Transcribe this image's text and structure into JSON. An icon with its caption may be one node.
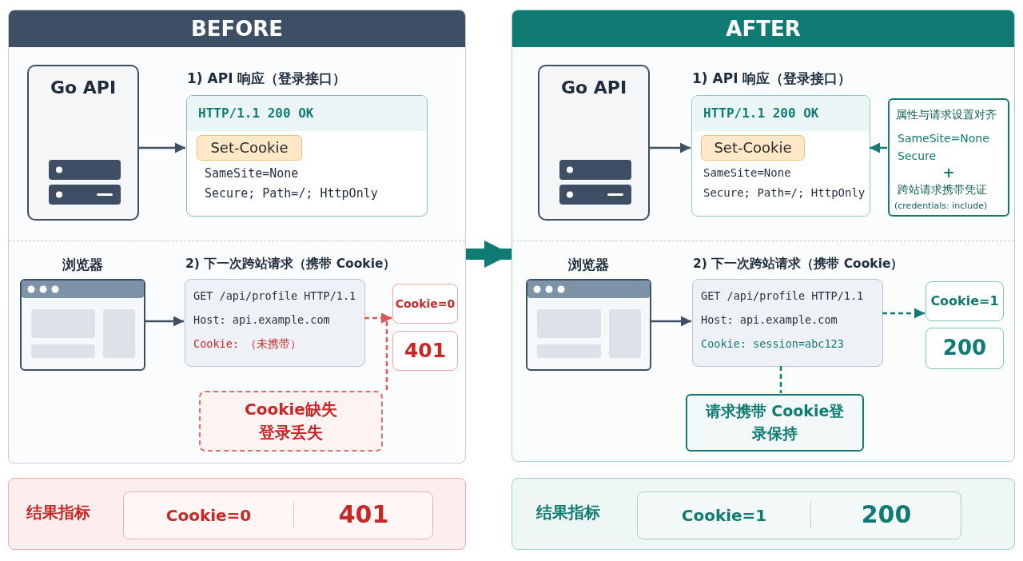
{
  "diagram": {
    "nodes": [
      {
        "text": [
          "BEFORE"
        ]
      },
      {
        "text": [
          "Go API"
        ],
        "in": 0
      },
      {
        "text": [
          "1) API 响应（登录接口）",
          "HTTP/1.1 200 OK",
          "SameSite=None",
          "Secure; Path=/; HttpOnly"
        ],
        "in": 0
      },
      {
        "text": [
          "Set-Cookie"
        ],
        "in": 2
      },
      {
        "text": [
          "浏览器"
        ],
        "in": 0
      },
      {
        "text": [
          "2) 下一次跨站请求（携带 Cookie）",
          "GET /api/profile HTTP/1.1",
          "Host: api.example.com",
          "Cookie: （未携带）"
        ],
        "in": 0
      },
      {
        "text": [
          "Cookie=0"
        ],
        "in": 0
      },
      {
        "text": [
          "401"
        ],
        "in": 0
      },
      {
        "text": [
          "Cookie缺失登录丢失"
        ],
        "in": 0
      },
      {
        "text": [
          "结果指标"
        ]
      },
      {
        "text": [
          "Cookie=0",
          "401"
        ],
        "in": 9
      },
      {
        "text": [
          "AFTER"
        ]
      },
      {
        "text": [
          "Go API"
        ],
        "in": 11
      },
      {
        "text": [
          "1) API 响应（登录接口）",
          "HTTP/1.1 200 OK",
          "SameSite=None",
          "Secure; Path=/; HttpOnly"
        ],
        "in": 11
      },
      {
        "text": [
          "Set-Cookie"
        ],
        "in": 13
      },
      {
        "text": [
          "属性与请求设置对齐",
          "SameSite=None",
          "Secure",
          "+",
          "跨站请求携带凭证",
          "(credentials: include)"
        ],
        "in": 11
      },
      {
        "text": [
          "浏览器"
        ],
        "in": 11
      },
      {
        "text": [
          "2) 下一次跨站请求（携带 Cookie）",
          "GET /api/profile HTTP/1.1",
          "Host: api.example.com",
          "Cookie: session=abc123"
        ],
        "in": 11
      },
      {
        "text": [
          "Cookie=1"
        ],
        "in": 11
      },
      {
        "text": [
          "200"
        ],
        "in": 11
      },
      {
        "text": [
          "请求携带 Cookie登录保持"
        ],
        "in": 11
      },
      {
        "text": [
          "结果指标"
        ]
      },
      {
        "text": [
          "Cookie=1",
          "200"
        ],
        "in": 21
      }
    ],
    "edges": [
      {
        "from": 0,
        "to": 11,
        "arrow": "to",
        "style": "thick",
        "color": "#0f7b72"
      },
      {
        "from": 1,
        "to": 2,
        "arrow": "to"
      },
      {
        "from": 4,
        "to": 5,
        "arrow": "to"
      },
      {
        "from": 5,
        "to": 6,
        "arrow": "to",
        "style": "dashed",
        "color": "#e05555"
      },
      {
        "from": 8,
        "to": 6,
        "arrow": "to",
        "style": "dashed",
        "color": "#e05555"
      },
      {
        "from": 12,
        "to": 13,
        "arrow": "to"
      },
      {
        "from": 15,
        "to": 13,
        "arrow": "to",
        "color": "#0f7b72"
      },
      {
        "from": 16,
        "to": 17,
        "arrow": "to"
      },
      {
        "from": 17,
        "to": 18,
        "arrow": "to",
        "style": "dashed",
        "color": "#0f7b72"
      },
      {
        "from": 17,
        "to": 20,
        "arrow": "none",
        "style": "dashed",
        "color": "#0f7b72"
      }
    ]
  }
}
